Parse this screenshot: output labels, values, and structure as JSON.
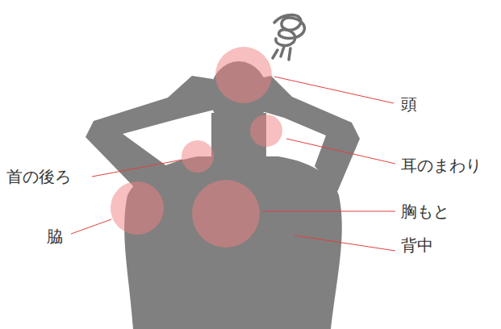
{
  "diagram": {
    "labels": [
      "頭",
      "耳のまわり",
      "首の後ろ",
      "脇",
      "胸もと",
      "背中"
    ]
  }
}
